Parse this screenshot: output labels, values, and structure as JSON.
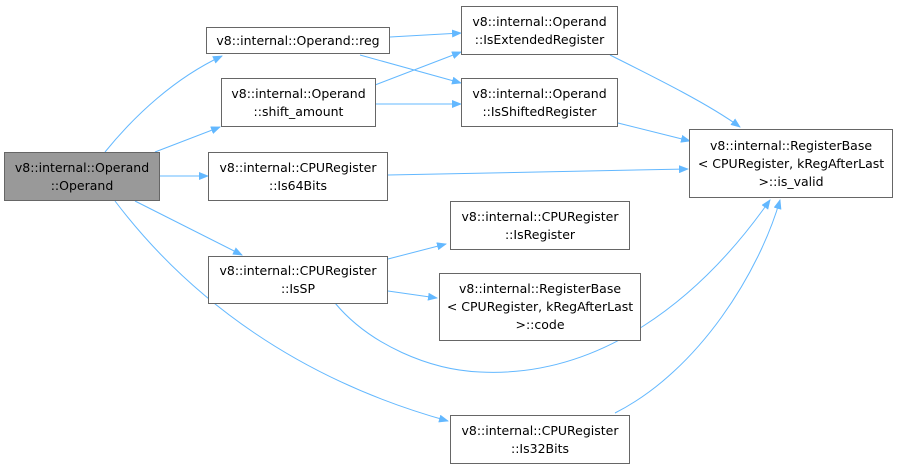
{
  "nodes": {
    "root": {
      "line1": "v8::internal::Operand",
      "line2": "::Operand"
    },
    "reg": {
      "line1": "v8::internal::Operand::reg"
    },
    "shift_amount": {
      "line1": "v8::internal::Operand",
      "line2": "::shift_amount"
    },
    "is64bits": {
      "line1": "v8::internal::CPURegister",
      "line2": "::Is64Bits"
    },
    "issp": {
      "line1": "v8::internal::CPURegister",
      "line2": "::IsSP"
    },
    "is32bits": {
      "line1": "v8::internal::CPURegister",
      "line2": "::Is32Bits"
    },
    "isextended": {
      "line1": "v8::internal::Operand",
      "line2": "::IsExtendedRegister"
    },
    "isshifted": {
      "line1": "v8::internal::Operand",
      "line2": "::IsShiftedRegister"
    },
    "isregister": {
      "line1": "v8::internal::CPURegister",
      "line2": "::IsRegister"
    },
    "code": {
      "line1": "v8::internal::RegisterBase",
      "line2": "< CPURegister, kRegAfterLast",
      "line3": ">::code"
    },
    "isvalid": {
      "line1": "v8::internal::RegisterBase",
      "line2": "< CPURegister, kRegAfterLast",
      "line3": ">::is_valid"
    }
  },
  "colors": {
    "edge": "#63b8ff",
    "root_fill": "#999999",
    "node_border": "#666666"
  }
}
